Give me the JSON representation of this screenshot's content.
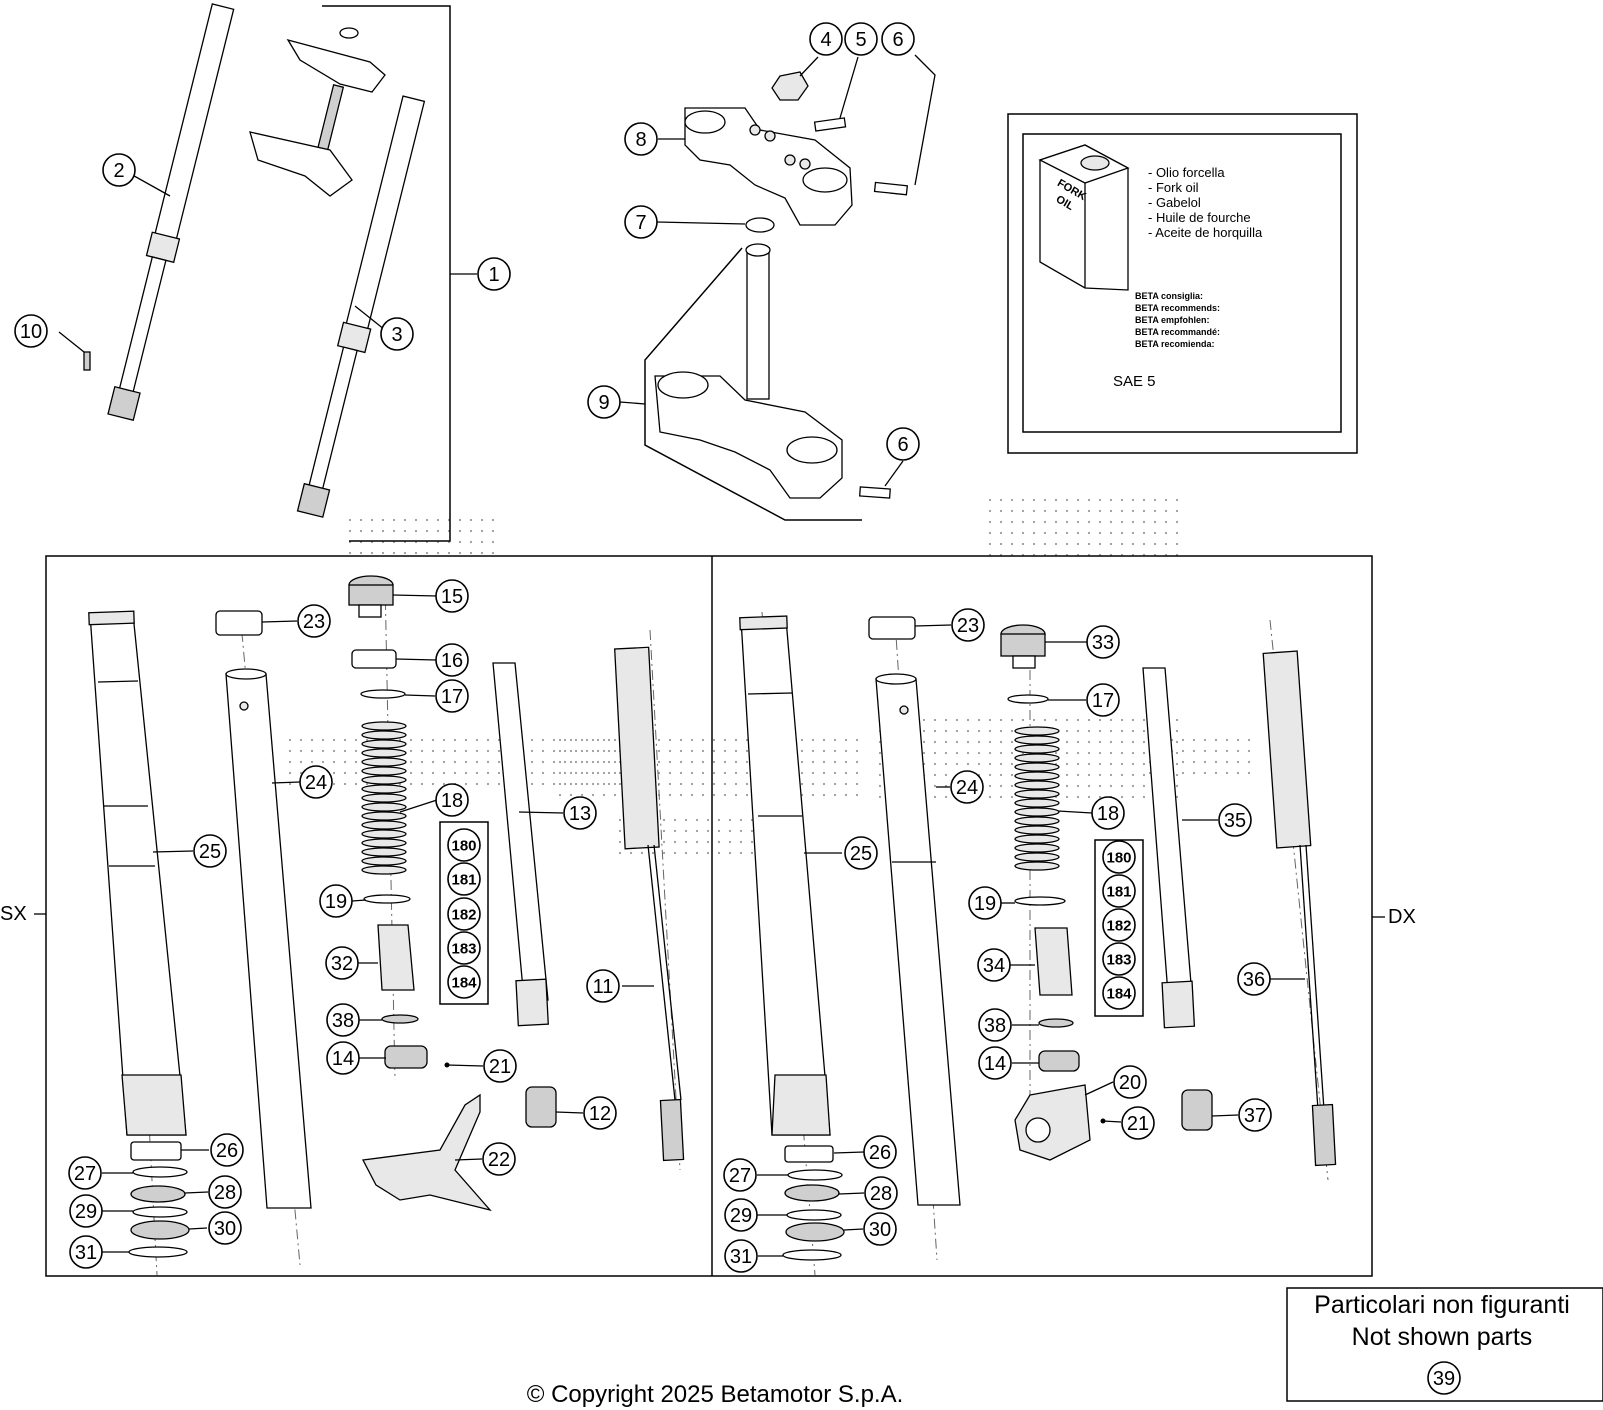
{
  "side_labels": {
    "left": "SX",
    "right": "DX"
  },
  "oil_box": {
    "can_label": [
      "FORK",
      "OIL"
    ],
    "names": [
      "- Olio forcella",
      "- Fork oil",
      "- Gabelol",
      "- Huile de fourche",
      "- Aceite de horquilla"
    ],
    "recommend": [
      "BETA consiglia:",
      "BETA recommends:",
      "BETA empfohlen:",
      "BETA recommandé:",
      "BETA recomienda:"
    ],
    "grade": "SAE 5"
  },
  "not_shown": {
    "line1": "Particolari non figuranti",
    "line2": "Not shown parts",
    "part": "39"
  },
  "copyright": "© Copyright 2025 Betamotor S.p.A.",
  "callouts": {
    "c1": "1",
    "c2": "2",
    "c3": "3",
    "c4": "4",
    "c5": "5",
    "c6a": "6",
    "c6b": "6",
    "c7": "7",
    "c8": "8",
    "c9": "9",
    "c10": "10",
    "L15": "15",
    "L23": "23",
    "L16": "16",
    "L17": "17",
    "L24": "24",
    "L18": "18",
    "L13": "13",
    "L25": "25",
    "L19": "19",
    "L32": "32",
    "L11": "11",
    "L38": "38",
    "L14": "14",
    "L21": "21",
    "L12": "12",
    "L22": "22",
    "L26": "26",
    "L27": "27",
    "L28": "28",
    "L29": "29",
    "L30": "30",
    "L31": "31",
    "L180": "180",
    "L181": "181",
    "L182": "182",
    "L183": "183",
    "L184": "184",
    "R23": "23",
    "R33": "33",
    "R17": "17",
    "R24": "24",
    "R18": "18",
    "R35": "35",
    "R25": "25",
    "R19": "19",
    "R34": "34",
    "R36": "36",
    "R38": "38",
    "R14": "14",
    "R20": "20",
    "R21": "21",
    "R37": "37",
    "R26": "26",
    "R27": "27",
    "R28": "28",
    "R29": "29",
    "R30": "30",
    "R31": "31",
    "R180": "180",
    "R181": "181",
    "R182": "182",
    "R183": "183",
    "R184": "184"
  }
}
